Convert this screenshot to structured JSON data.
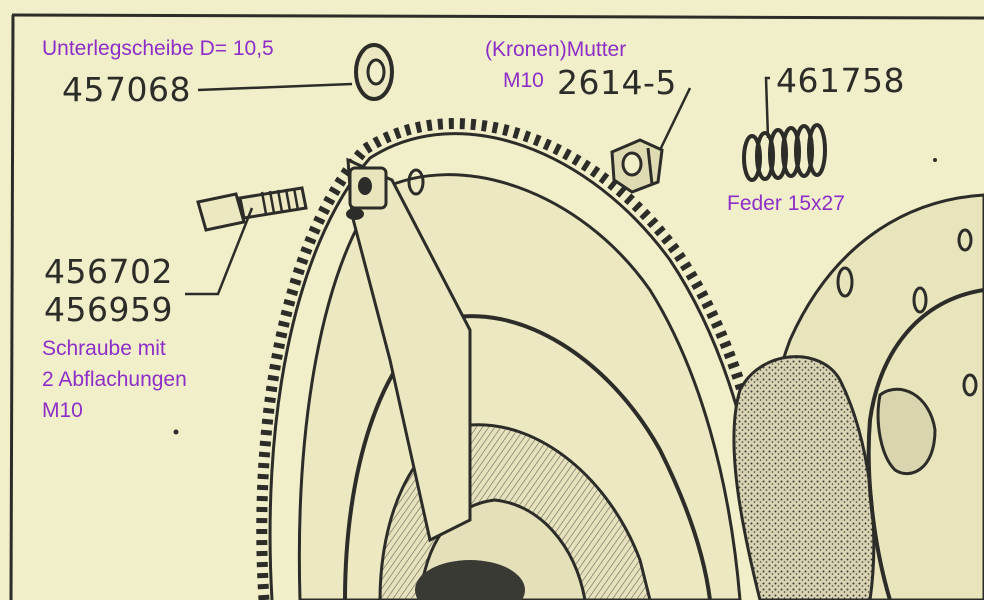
{
  "colors": {
    "paper": "#f1efc9",
    "ink": "#2c2c28",
    "annotation": "#8e2ec8"
  },
  "callouts": {
    "washer": {
      "desc": "Unterlegscheibe D= 10,5",
      "part_no": "457068"
    },
    "nut": {
      "desc_line1": "(Kronen)Mutter",
      "desc_line2": "M10",
      "part_no": "2614-5"
    },
    "spring": {
      "part_no": "461758",
      "desc": "Feder 15x27"
    },
    "bolt": {
      "part_no_1": "456702",
      "part_no_2": "456959",
      "desc_line1": "Schraube mit",
      "desc_line2": "2 Abflachungen",
      "desc_line3": "M10"
    }
  }
}
